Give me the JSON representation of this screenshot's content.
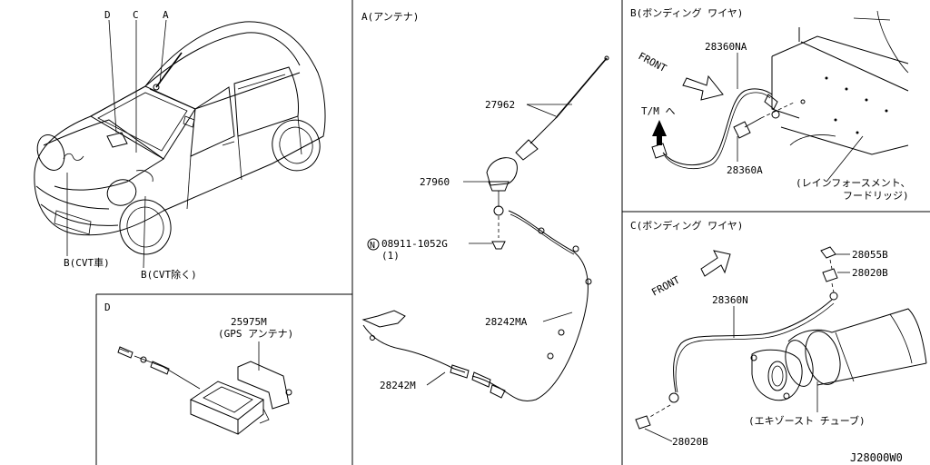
{
  "panels": {
    "A": {
      "title": "A(アンテナ)"
    },
    "B": {
      "title": "B(ボンディング ワイヤ)"
    },
    "C": {
      "title": "C(ボンディング ワイヤ)"
    },
    "D": {
      "title": "D"
    }
  },
  "overview": {
    "letters": {
      "D": "D",
      "C": "C",
      "A": "A"
    },
    "label_b_cvt_with": "B(CVT車)",
    "label_b_cvt_without": "B(CVT除く)"
  },
  "antenna": {
    "p27962": "27962",
    "p27960": "27960",
    "nut_symbol": "N",
    "p08911": "08911-1052G",
    "p08911_qty": "(1)",
    "p28242MA": "28242MA",
    "p28242M": "28242M"
  },
  "gps": {
    "part": "25975M",
    "desc": "(GPS アンテナ)"
  },
  "bonding_b": {
    "front": "FRONT",
    "tm": "T/M へ",
    "p28360NA": "28360NA",
    "p28360A": "28360A",
    "note_line1": "(レインフォースメント、",
    "note_line2": "フードリッジ)"
  },
  "bonding_c": {
    "front": "FRONT",
    "p28360N": "28360N",
    "p28055B": "28055B",
    "p28020B_top": "28020B",
    "p28020B_bottom": "28020B",
    "note": "(エキゾースト チューブ)"
  },
  "figure_code": "J28000W0"
}
